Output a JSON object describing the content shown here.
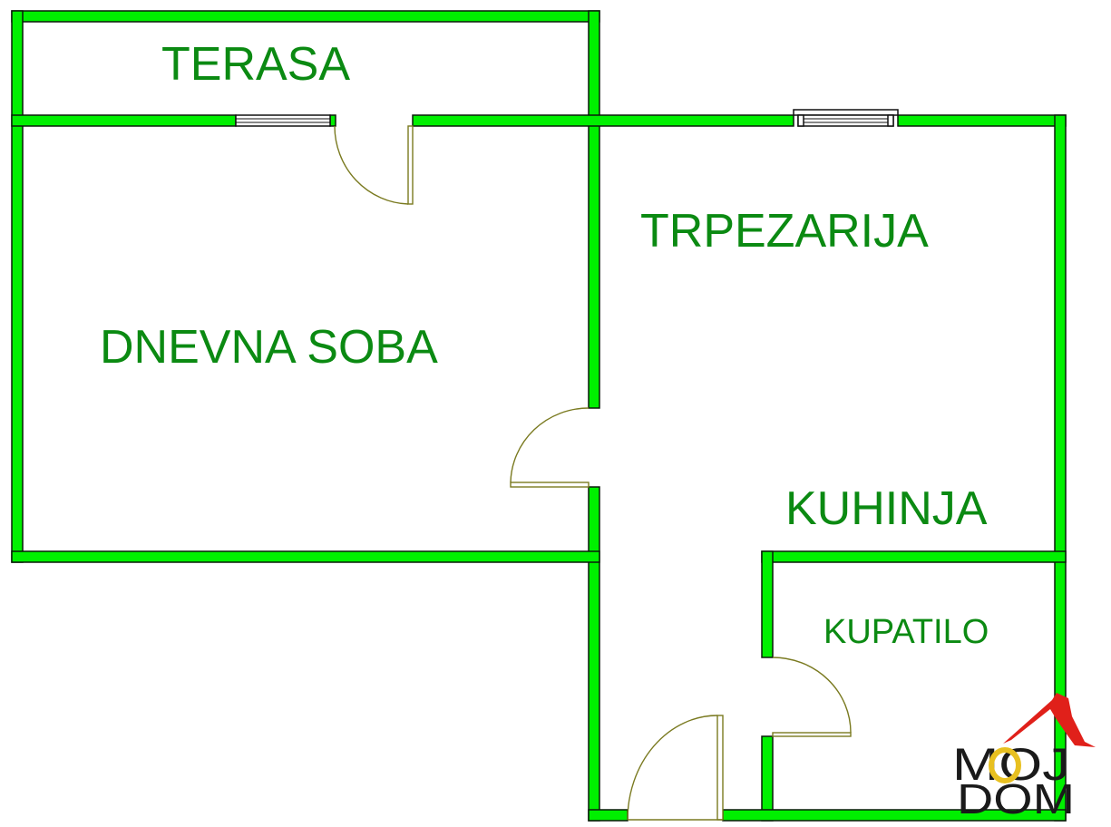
{
  "rooms": {
    "terrace": "TERASA",
    "dining": "TRPEZARIJA",
    "living": "DNEVNA SOBA",
    "kitchen": "KUHINJA",
    "bathroom": "KUPATILO"
  },
  "logo": {
    "line1": "MOJ",
    "line2": "DOM"
  },
  "colors": {
    "wall": "#00f000",
    "label": "#0b8a12",
    "door": "#7a7a20",
    "logo_roof": "#e0201a",
    "logo_o": "#e8c020"
  }
}
